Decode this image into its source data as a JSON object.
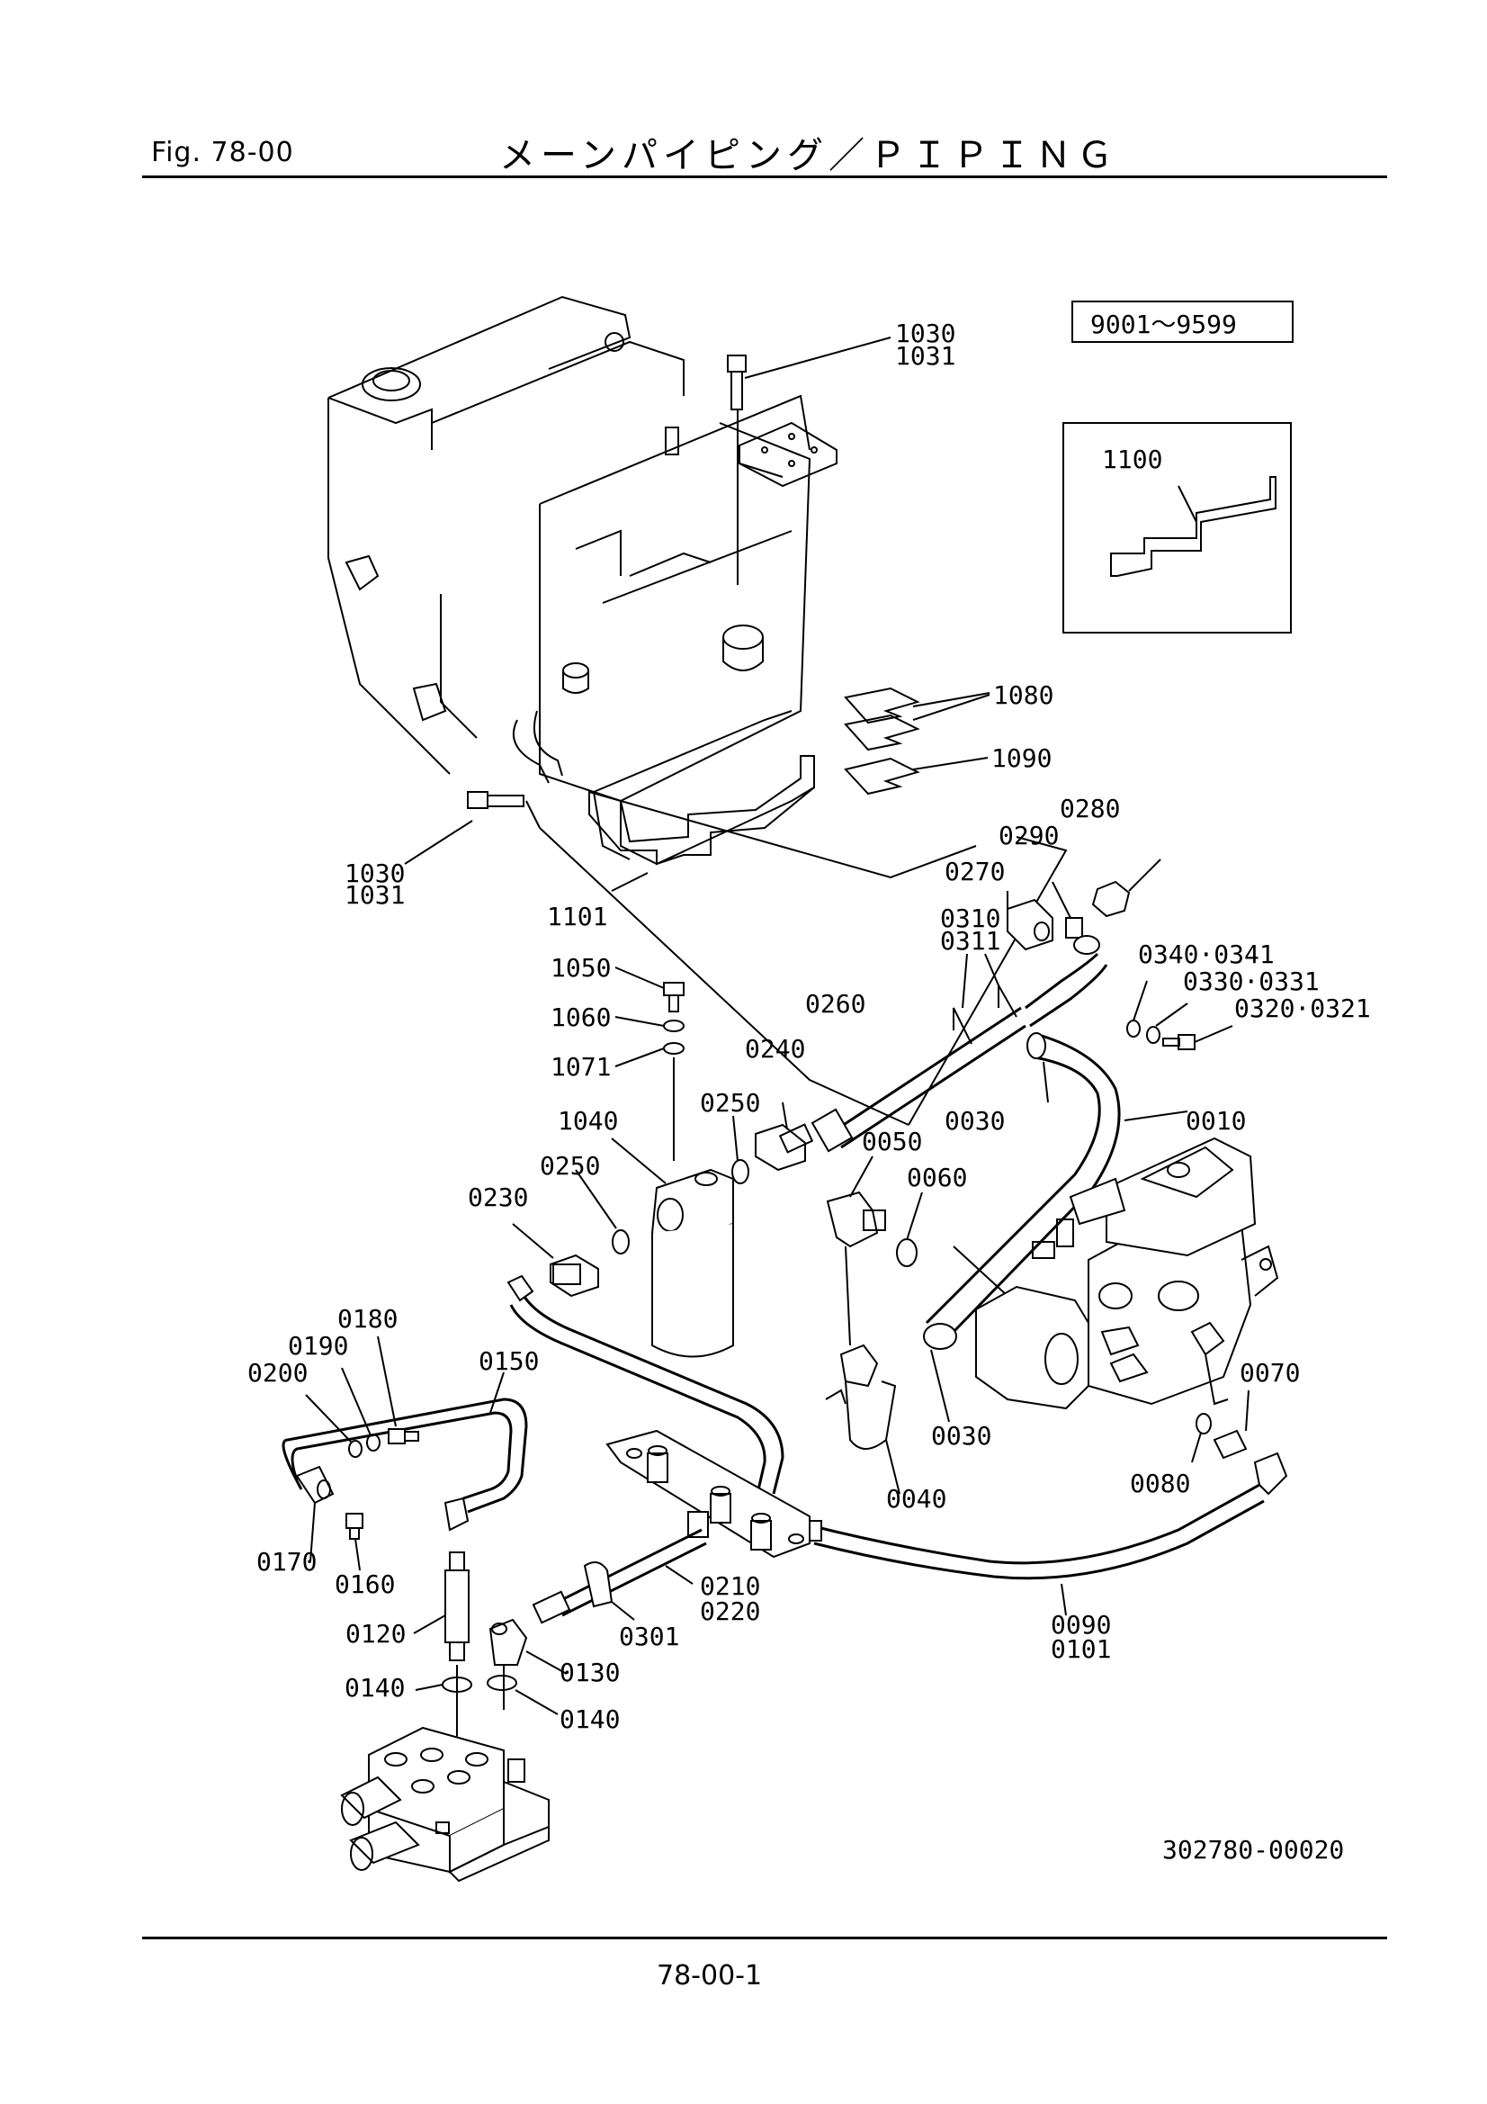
{
  "header": {
    "fig_label": "Fig.  78-00",
    "title": "メーンパイピング／ＰＩＰＩＮＧ"
  },
  "serial_range": "9001～9599",
  "drawing_number": "302780-00020",
  "page_number": "78-00-1",
  "callouts": {
    "c1030a": "1030",
    "c1031a": "1031",
    "c1100": "1100",
    "c1080": "1080",
    "c1090": "1090",
    "c1030b": "1030",
    "c1031b": "1031",
    "c1101": "1101",
    "c0280": "0280",
    "c0290": "0290",
    "c0270": "0270",
    "c0310": "0310",
    "c0311": "0311",
    "c0340": "0340·0341",
    "c0330": "0330·0331",
    "c0320": "0320·0321",
    "c1050": "1050",
    "c1060": "1060",
    "c1071": "1071",
    "c0260": "0260",
    "c0240": "0240",
    "c0250a": "0250",
    "c0030a": "0030",
    "c0010": "0010",
    "c1040": "1040",
    "c0050": "0050",
    "c0060": "0060",
    "c0250b": "0250",
    "c0230": "0230",
    "c0180": "0180",
    "c0190": "0190",
    "c0200": "0200",
    "c0150": "0150",
    "c0070": "0070",
    "c0030b": "0030",
    "c0040": "0040",
    "c0080": "0080",
    "c0170": "0170",
    "c0160": "0160",
    "c0210": "0210",
    "c0220": "0220",
    "c0120": "0120",
    "c0301": "0301",
    "c0090": "0090",
    "c0101": "0101",
    "c0140a": "0140",
    "c0130": "0130",
    "c0140b": "0140"
  }
}
